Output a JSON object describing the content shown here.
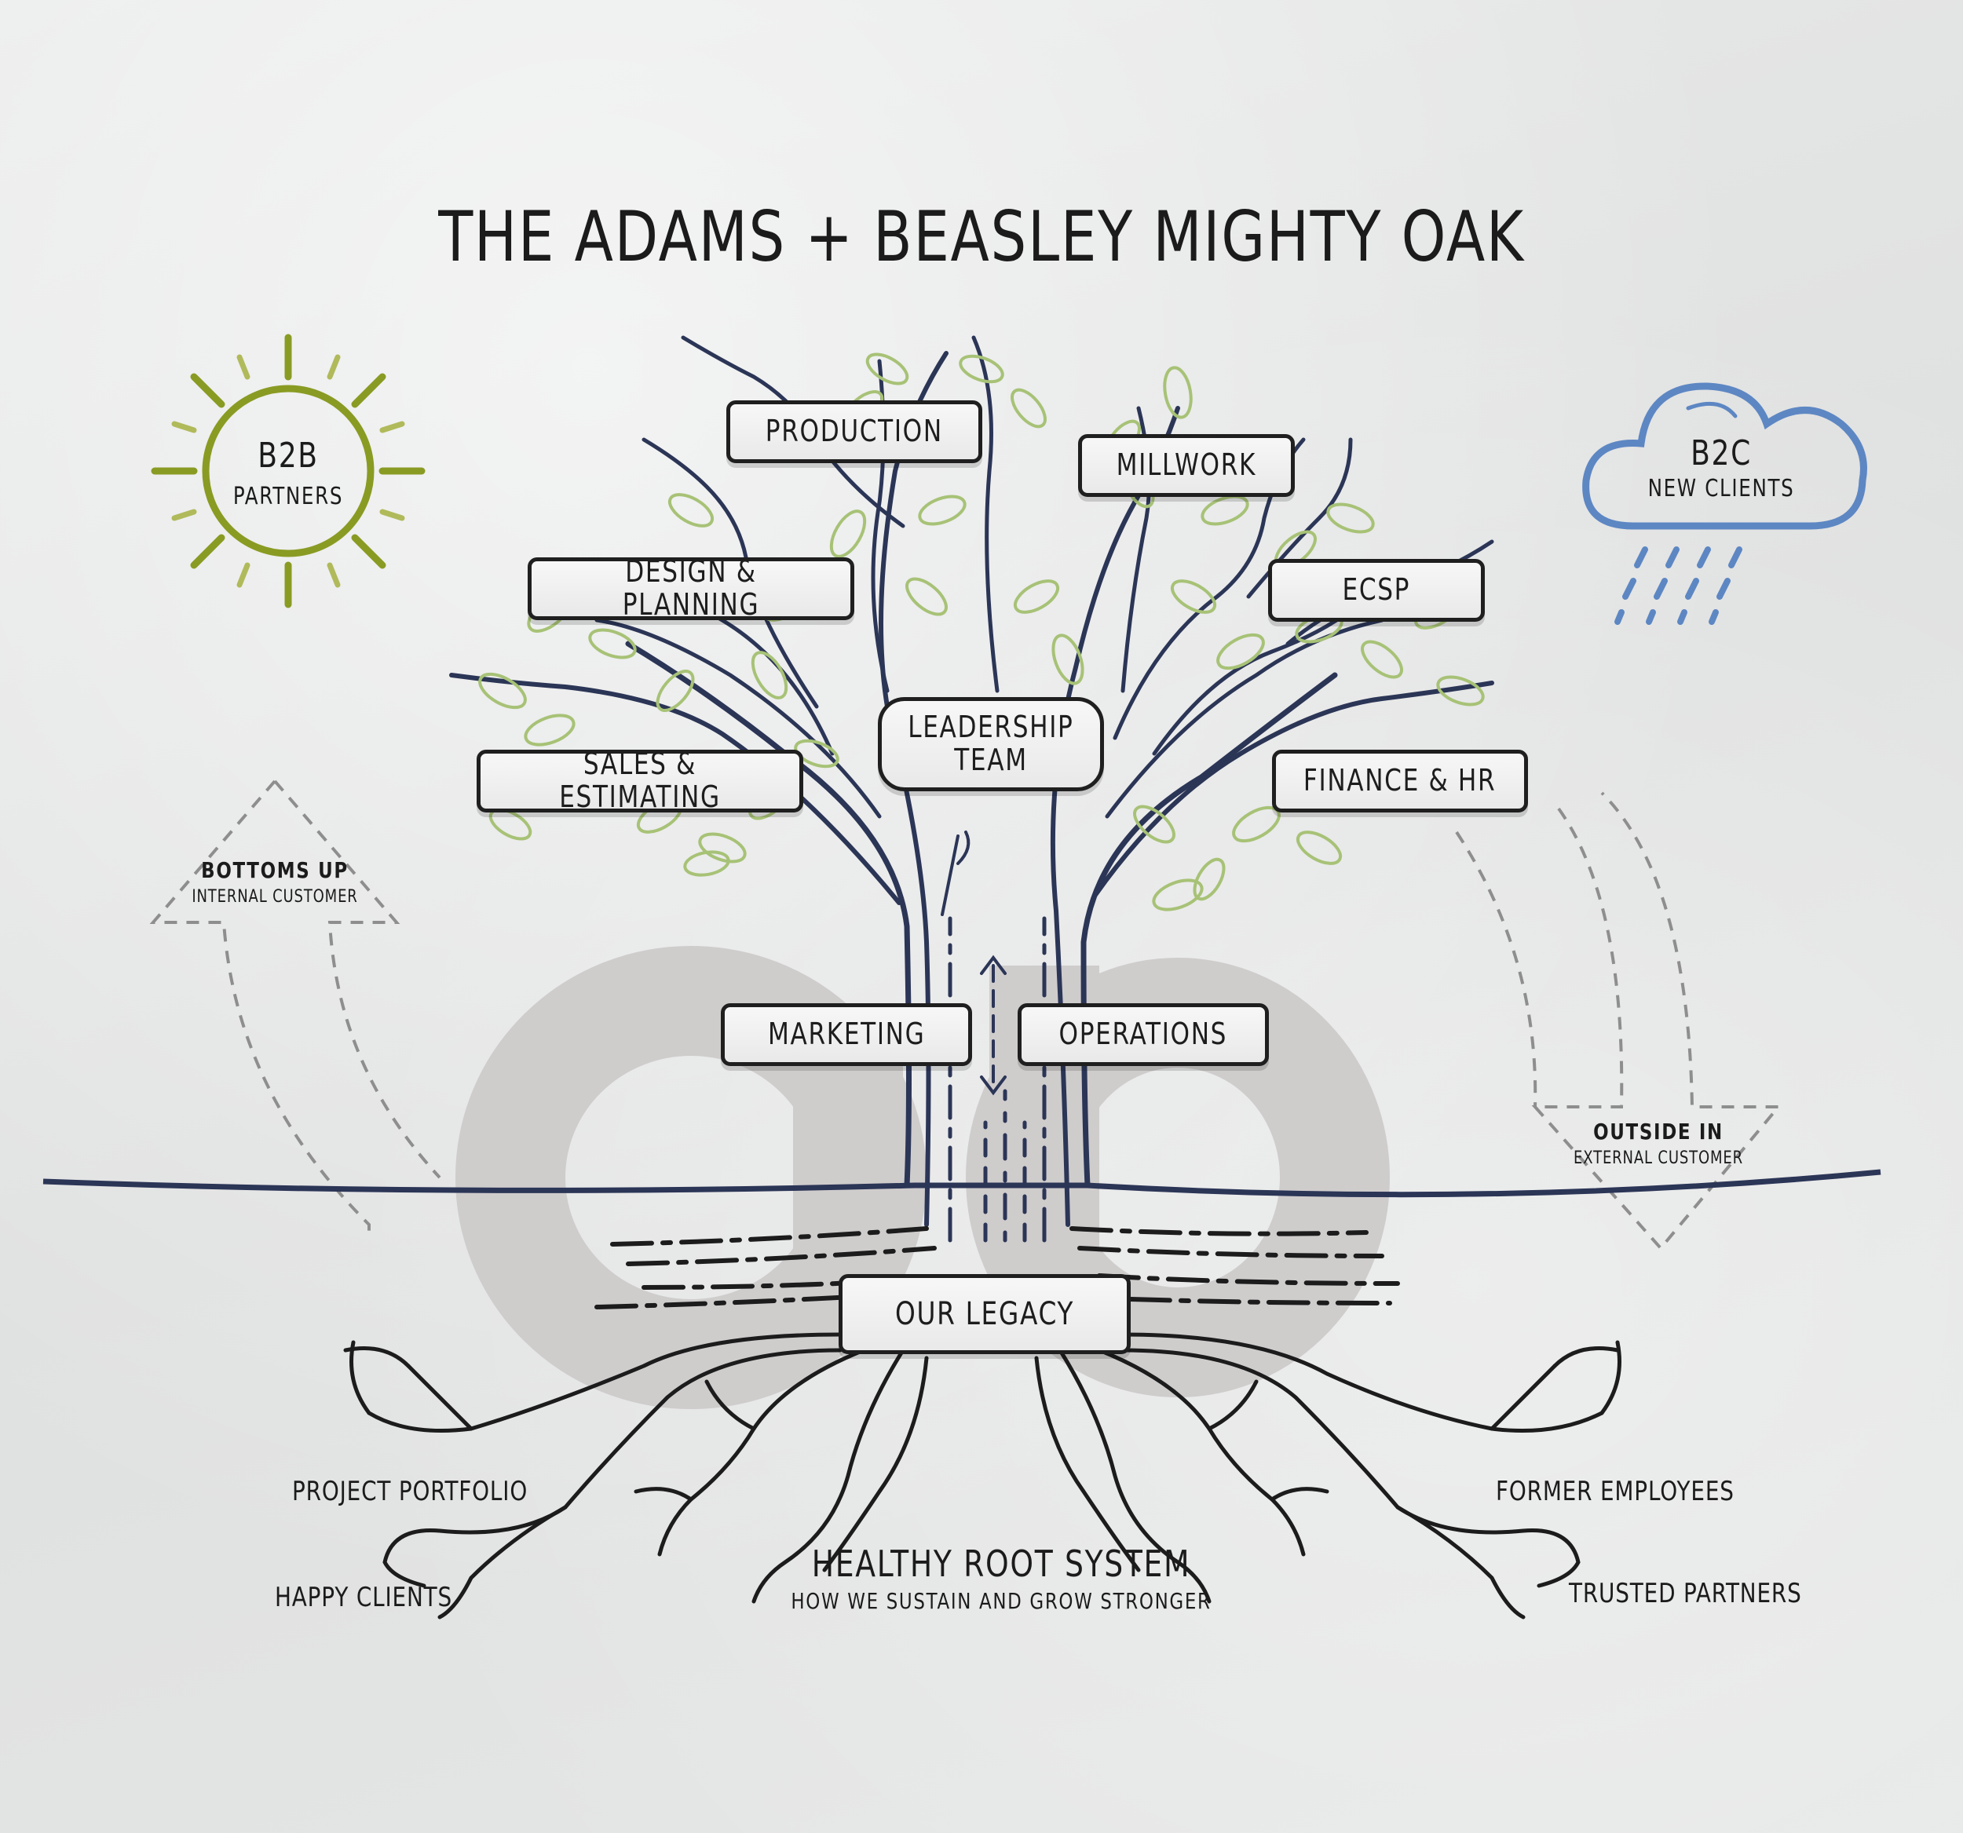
{
  "title": "THE ADAMS + BEASLEY MIGHTY OAK",
  "colors": {
    "trunk": "#2b3556",
    "leaf": "#a7c276",
    "sun": "#8a9b23",
    "cloud": "#5d87c3",
    "root": "#1c1c1c",
    "watermark": "#cfcccc"
  },
  "sun": {
    "label": "B2B",
    "sublabel": "PARTNERS",
    "icon": "sun-icon"
  },
  "cloud": {
    "label": "B2C",
    "sublabel": "NEW CLIENTS",
    "icon": "rain-cloud-icon"
  },
  "left_arrow": {
    "label": "BOTTOMS UP",
    "sublabel": "INTERNAL CUSTOMER"
  },
  "right_arrow": {
    "label": "OUTSIDE IN",
    "sublabel": "EXTERNAL CUSTOMER"
  },
  "branches": {
    "production": "PRODUCTION",
    "millwork": "MILLWORK",
    "design_planning": "DESIGN & PLANNING",
    "ecsp": "ECSP",
    "leadership_line1": "LEADERSHIP",
    "leadership_line2": "TEAM",
    "sales_estimating": "SALES & ESTIMATING",
    "finance_hr": "FINANCE & HR",
    "marketing": "MARKETING",
    "operations": "OPERATIONS"
  },
  "legacy": "OUR LEGACY",
  "roots": {
    "project_portfolio": "PROJECT PORTFOLIO",
    "happy_clients": "HAPPY CLIENTS",
    "former_employees": "FORMER EMPLOYEES",
    "trusted_partners": "TRUSTED PARTNERS",
    "system_title": "HEALTHY ROOT SYSTEM",
    "system_subtitle": "HOW WE SUSTAIN AND GROW STRONGER"
  }
}
